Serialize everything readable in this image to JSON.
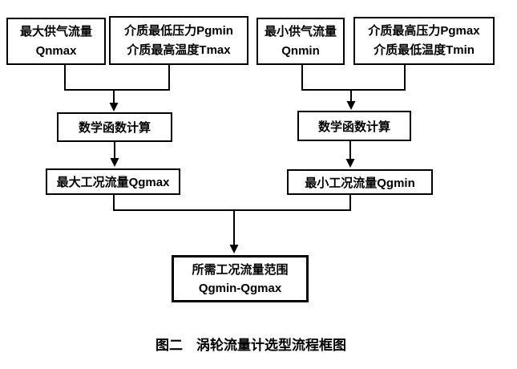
{
  "figure": {
    "caption": "图二　涡轮流量计选型流程框图"
  },
  "flowchart": {
    "boxes": {
      "qnmax": {
        "line1": "最大供气流量",
        "line2": "Qnmax"
      },
      "pgmin_tmax": {
        "line1": "介质最低压力Pgmin",
        "line2": "介质最高温度Tmax"
      },
      "qnmin": {
        "line1": "最小供气流量",
        "line2": "Qnmin"
      },
      "pgmax_tmin": {
        "line1": "介质最高压力Pgmax",
        "line2": "介质最低温度Tmin"
      },
      "calc_left": {
        "label": "数学函数计算"
      },
      "calc_right": {
        "label": "数学函数计算"
      },
      "qgmax": {
        "label": "最大工况流量Qgmax"
      },
      "qgmin": {
        "label": "最小工况流量Qgmin"
      },
      "result": {
        "line1": "所需工况流量范围",
        "line2": "Qgmin-Qgmax"
      }
    },
    "colors": {
      "line": "#000000",
      "text": "#000000",
      "background": "#ffffff"
    }
  }
}
